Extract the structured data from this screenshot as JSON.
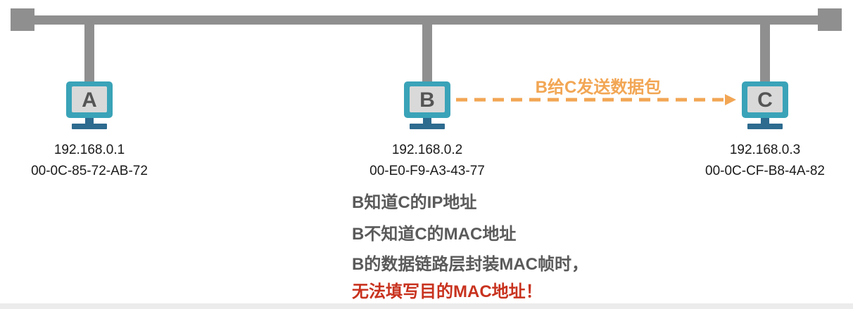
{
  "colors": {
    "bus": "#8f8f8f",
    "monitor_frame": "#3aa3b8",
    "monitor_screen": "#d9d9d9",
    "monitor_stand": "#2d6b8f",
    "arrow": "#f2a654",
    "note_text": "#5a5a5a",
    "warning_text": "#c8321e"
  },
  "hosts": [
    {
      "letter": "A",
      "ip": "192.168.0.1",
      "mac": "00-0C-85-72-AB-72",
      "icon": "computer-monitor-icon"
    },
    {
      "letter": "B",
      "ip": "192.168.0.2",
      "mac": "00-E0-F9-A3-43-77",
      "icon": "computer-monitor-icon"
    },
    {
      "letter": "C",
      "ip": "192.168.0.3",
      "mac": "00-0C-CF-B8-4A-82",
      "icon": "computer-monitor-icon"
    }
  ],
  "arrow": {
    "label": "B给C发送数据包",
    "icon": "dashed-arrow-right-icon"
  },
  "notes": [
    {
      "text": "B知道C的IP地址",
      "warning": false
    },
    {
      "text": "B不知道C的MAC地址",
      "warning": false
    },
    {
      "text": "B的数据链路层封装MAC帧时，",
      "warning": false
    },
    {
      "text": "无法填写目的MAC地址！",
      "warning": true
    }
  ]
}
